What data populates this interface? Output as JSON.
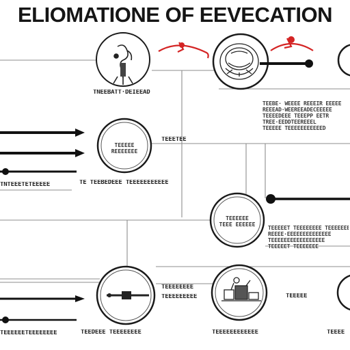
{
  "title": "ELIOMATIONE OF EEVECATION",
  "labels": {
    "top_left_caption": "TNEEBATT·DEIEEAD",
    "top_right_block": [
      "TEEBE· WEEEE REEEIR EEEEE",
      "REEEAD·WEEREEADECEEEEE",
      "TEEEEDEEE TEEEPP EETR",
      "TREE·EEDDTEEREEEL",
      "TEEEEE  TEEEEEEEEEEED"
    ],
    "circle_a_text": [
      "TEEEEE",
      "REEEEEEE"
    ],
    "mid_caption": "TEEETEE",
    "left_row_caption": "TNTEEETETEEEEE",
    "center_caption": "TE TEEBEDEEE TEEEEEEEEEEE",
    "circle_b_text": [
      "TEEEEEE",
      "TEEE EEEEEE"
    ],
    "mid_right_block": [
      "TEEEEET  TEEEEEEEE TEEEEEEEE",
      "REEEE·EEEEEEEEEEEEEE",
      "TEEEEEEEEEEEEEEEEE",
      "TEEEEET  TEEEEEEE"
    ],
    "low_caption_a": "TEEEEEEEE",
    "low_caption_b": "TEEEEEEEEE",
    "low_right_caption": "TEEEEE",
    "bottom_left_caption": "TEEEEEETEEEEEEEE",
    "bottom_mid_caption": "TEEDEEE TEEEEEEEE",
    "bottom_right_caption": "TEEEEEEEEEEEE",
    "bottom_far_right": "TEEEE"
  },
  "colors": {
    "ink": "#1a1a1a",
    "line": "#8c8c8c",
    "accent_red": "#d42424"
  },
  "icons": [
    "dental-pick-icon",
    "specimen-bowl-icon",
    "syringe-icon",
    "lab-apparatus-icon"
  ]
}
